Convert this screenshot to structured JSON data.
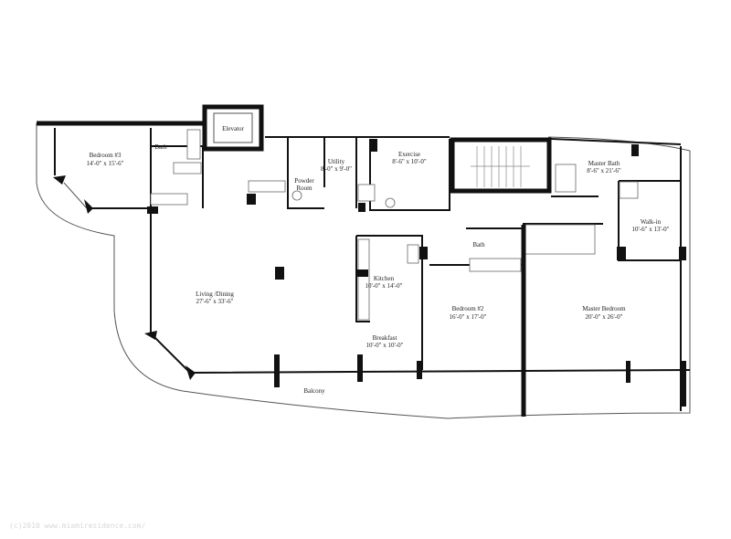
{
  "rooms": {
    "bedroom3": {
      "name": "Bedroom #3",
      "size": "14'-0\" x 15'-6\""
    },
    "bath3": {
      "name": "Bath"
    },
    "elevator": {
      "name": "Elevator"
    },
    "utility": {
      "name": "Utility",
      "size": "8'-0\" x 9'-0\""
    },
    "powder": {
      "name1": "Powder",
      "name2": "Room"
    },
    "exercise": {
      "name": "Exercise",
      "size": "8'-6\" x 10'-0\""
    },
    "master_bath": {
      "name": "Master Bath",
      "size": "8'-6\" x 21'-6\""
    },
    "walkin": {
      "name": "Walk-in",
      "size": "10'-6\" x 13'-0\""
    },
    "bath2": {
      "name": "Bath"
    },
    "kitchen": {
      "name": "Kitchen",
      "size": "10'-0\" x 14'-0\""
    },
    "living": {
      "name": "Living /Dining",
      "size": "27'-6\" x 33'-6\""
    },
    "bedroom2": {
      "name": "Bedroom #2",
      "size": "16'-0\" x 17'-0\""
    },
    "master_bedroom": {
      "name": "Master Bedroom",
      "size": "20'-0\" x 26'-0\""
    },
    "breakfast": {
      "name": "Breakfast",
      "size": "10'-0\" x 10'-0\""
    },
    "balcony": {
      "name": "Balcony"
    }
  },
  "copyright": "(c)2010 www.miamiresidence.com/"
}
